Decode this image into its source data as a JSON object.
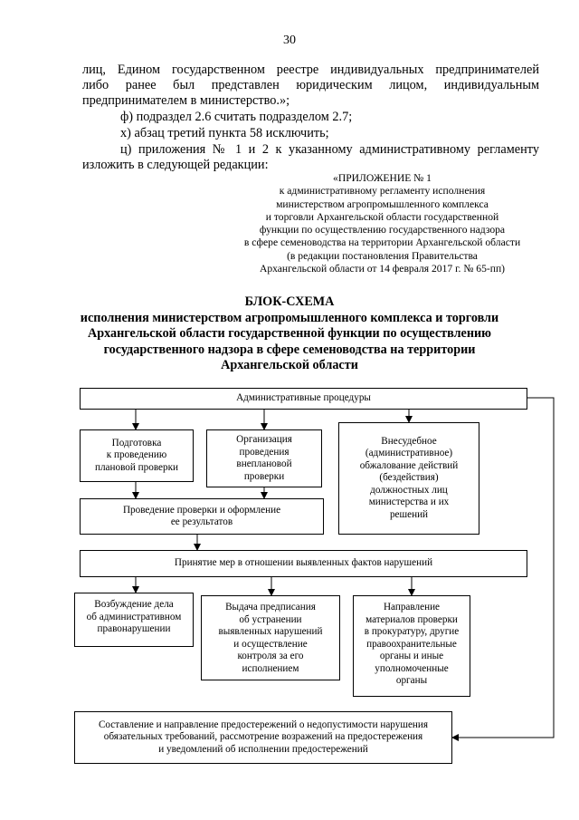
{
  "page_number": "30",
  "intro": {
    "line1": "лиц, Едином государственном реестре индивидуальных предпринимателей",
    "line2": "либо ранее был представлен юридическим лицом, индивидуальным",
    "line3": "предпринимателем в министерство.»;",
    "item_f": "ф)  подраздел 2.6 считать подразделом 2.7;",
    "item_h": "х)  абзац третий пункта 58 исключить;",
    "item_c1": "ц)  приложения № 1 и 2 к указанному административному регламенту",
    "item_c2": "изложить в следующей редакции:"
  },
  "appendix_header": [
    "«ПРИЛОЖЕНИЕ № 1",
    "к  административному регламенту исполнения",
    "министерством агропромышленного комплекса",
    "и торговли Архангельской области государственной",
    "функции по осуществлению государственного надзора",
    "в сфере семеноводства на территории Архангельской области",
    "(в редакции постановления Правительства",
    "Архангельской области от 14 февраля 2017 г. № 65-пп)"
  ],
  "title": [
    "БЛОК-СХЕМА",
    "исполнения министерством агропромышленного комплекса и торговли",
    "Архангельской области государственной функции по осуществлению",
    "государственного надзора в сфере семеноводства на территории",
    "Архангельской области"
  ],
  "flowchart": {
    "admin_procedures": "Административные процедуры",
    "planned_check": "Подготовка\nк проведению\nплановой проверки",
    "unplanned_check": "Организация\nпроведения\nвнеплановой\nпроверки",
    "appeal": "Внесудебное\n(административное)\nобжалование действий\n(бездействия)\nдолжностных лиц\nминистерства и их\nрешений",
    "conduct_check": "Проведение проверки и оформление\nее результатов",
    "measures": "Принятие мер в отношении выявленных фактов нарушений",
    "admin_case": "Возбуждение дела\nоб административном\nправонарушении",
    "order": "Выдача предписания\nоб устранении\nвыявленных нарушений\nи осуществление\nконтроля за его\nисполнением",
    "prosecutor": "Направление\nматериалов проверки\nв прокуратуру, другие\nправоохранительные\nорганы  и иные\nуполномоченные\nорганы",
    "warnings": "Составление и направление предостережений о недопустимости нарушения\nобязательных требований, рассмотрение возражений на предостережения\nи уведомлений об исполнении предостережений"
  }
}
